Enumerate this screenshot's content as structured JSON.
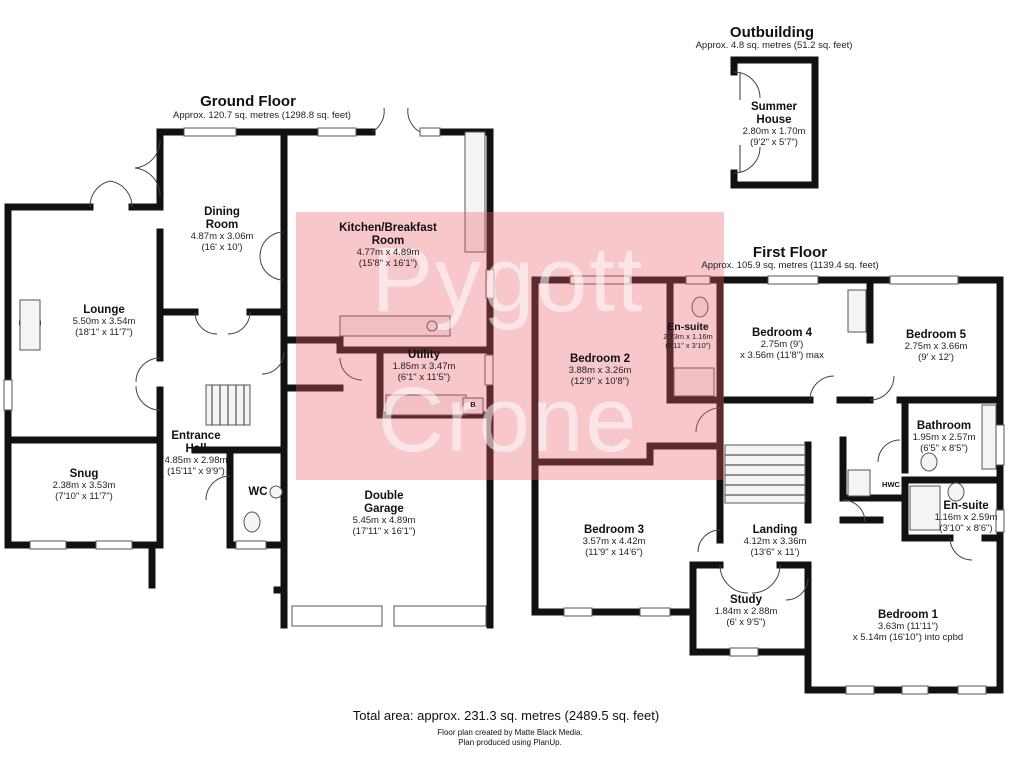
{
  "outbuilding": {
    "title": "Outbuilding",
    "area": "Approx. 4.8 sq. metres (51.2 sq. feet)",
    "rooms": {
      "summer_house": {
        "name_line1": "Summer",
        "name_line2": "House",
        "dim_m": "2.80m x 1.70m",
        "dim_ft": "(9'2\" x 5'7\")"
      }
    }
  },
  "ground_floor": {
    "title": "Ground Floor",
    "area": "Approx. 120.7 sq. metres (1298.8 sq. feet)",
    "rooms": {
      "dining": {
        "name_line1": "Dining",
        "name_line2": "Room",
        "dim_m": "4.87m x 3.06m",
        "dim_ft": "(16' x 10')"
      },
      "kitchen": {
        "name_line1": "Kitchen/Breakfast",
        "name_line2": "Room",
        "dim_m": "4.77m x 4.89m",
        "dim_ft": "(15'8\" x 16'1\")"
      },
      "lounge": {
        "name": "Lounge",
        "dim_m": "5.50m x 3.54m",
        "dim_ft": "(18'1\" x 11'7\")"
      },
      "utility": {
        "name": "Utility",
        "dim_m": "1.85m x 3.47m",
        "dim_ft": "(6'1\" x 11'5\")"
      },
      "entrance": {
        "name_line1": "Entrance",
        "name_line2": "Hall",
        "dim_m": "4.85m x 2.98m",
        "dim_ft": "(15'11\" x 9'9\")"
      },
      "snug": {
        "name": "Snug",
        "dim_m": "2.38m x 3.53m",
        "dim_ft": "(7'10\" x 11'7\")"
      },
      "wc": {
        "name": "WC"
      },
      "garage": {
        "name_line1": "Double",
        "name_line2": "Garage",
        "dim_m": "5.45m x 4.89m",
        "dim_ft": "(17'11\" x 16'1\")"
      },
      "boiler_label": "B"
    }
  },
  "first_floor": {
    "title": "First Floor",
    "area": "Approx. 105.9 sq. metres (1139.4 sq. feet)",
    "rooms": {
      "ensuite_top": {
        "name": "En-suite",
        "dim_m": "2.73m x 1.16m",
        "dim_ft": "(8'11\" x 3'10\")"
      },
      "bedroom4": {
        "name": "Bedroom 4",
        "dim_m": "2.75m (9')",
        "dim_ft": "x 3.56m (11'8\") max"
      },
      "bedroom5": {
        "name": "Bedroom 5",
        "dim_m": "2.75m x 3.66m",
        "dim_ft": "(9' x 12')"
      },
      "bedroom2": {
        "name": "Bedroom 2",
        "dim_m": "3.88m x 3.26m",
        "dim_ft": "(12'9\" x 10'8\")"
      },
      "bathroom": {
        "name": "Bathroom",
        "dim_m": "1.95m x 2.57m",
        "dim_ft": "(6'5\" x 8'5\")"
      },
      "hwc_label": "HWC",
      "ensuite_bottom": {
        "name": "En-suite",
        "dim_m": "1.16m x 2.59m",
        "dim_ft": "(3'10\" x 8'6\")"
      },
      "bedroom3": {
        "name": "Bedroom 3",
        "dim_m": "3.57m x 4.42m",
        "dim_ft": "(11'9\" x 14'6\")"
      },
      "landing": {
        "name": "Landing",
        "dim_m": "4.12m x 3.36m",
        "dim_ft": "(13'6\" x 11')"
      },
      "study": {
        "name": "Study",
        "dim_m": "1.84m x 2.88m",
        "dim_ft": "(6' x 9'5\")"
      },
      "bedroom1": {
        "name": "Bedroom 1",
        "dim_m": "3.63m (11'11\")",
        "dim_ft": "x 5.14m (16'10\") into cpbd"
      }
    }
  },
  "watermark": {
    "line1": "Pygott",
    "line2": "Crone",
    "color": "#e85a66"
  },
  "footer": {
    "total": "Total area: approx. 231.3 sq. metres (2489.5 sq. feet)",
    "credit1": "Floor plan created by Matte Black Media.",
    "credit2": "Plan produced using PlanUp."
  }
}
